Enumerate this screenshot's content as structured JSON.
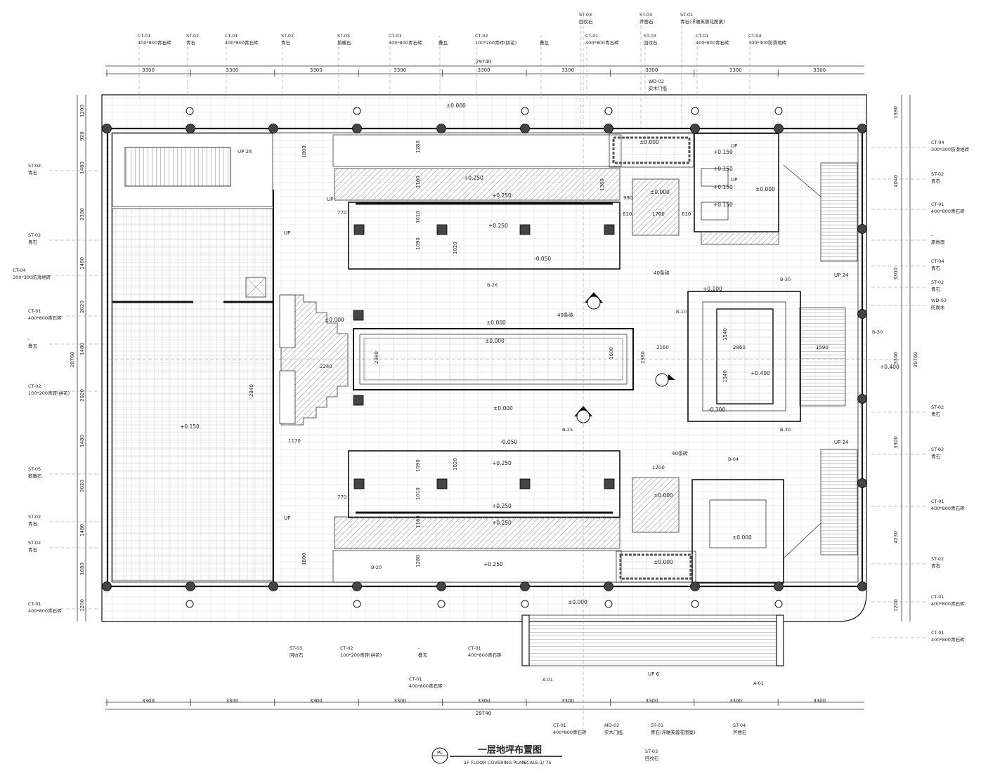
{
  "title": {
    "symbol": "PL",
    "cn": "一层地坪布置图",
    "en": "1F FLOOR COVERING PLAN",
    "scale": "SCALE:1/ 75"
  },
  "dims": {
    "total": "29740",
    "module": "3300",
    "height_total": "20760",
    "left": [
      "1200",
      "920",
      "1480",
      "2300",
      "1480",
      "2020",
      "1480",
      "2020",
      "1480",
      "2020",
      "1480",
      "1680",
      "1200"
    ],
    "right": [
      "1390",
      "4040",
      "3300",
      "3300",
      "3300",
      "4230",
      "1200"
    ]
  },
  "top_tags_row1": [
    {
      "code": "ST-03",
      "name": "回纹石"
    },
    {
      "code": "ST-04",
      "name": "斧凿石"
    },
    {
      "code": "ST-01",
      "name": "青石(浮雕芙蓉花图案)"
    }
  ],
  "top_tags_row2": [
    {
      "code": "CT-01",
      "name": "400*800青石砖"
    },
    {
      "code": "ST-02",
      "name": "青石"
    },
    {
      "code": "CT-01",
      "name": "400*800青石砖"
    },
    {
      "code": "ST-02",
      "name": "青石"
    },
    {
      "code": "ST-05",
      "name": "鹅暖石"
    },
    {
      "code": "CT-01",
      "name": "400*800青石砖"
    },
    {
      "code": "-",
      "name": "叠瓦"
    },
    {
      "code": "CT-02",
      "name": "100*200青砖(拼花)"
    },
    {
      "code": "-",
      "name": "叠瓦"
    },
    {
      "code": "CT-01",
      "name": "400*800青石砖"
    },
    {
      "code": "ST-03",
      "name": "回纹石"
    },
    {
      "code": "CT-01",
      "name": "400*800青石砖"
    },
    {
      "code": "CT-04",
      "name": "300*300防滑地砖"
    }
  ],
  "door_tag": {
    "code": "WD-02",
    "name": "实木门槛"
  },
  "left_tags": [
    {
      "code": "ST-02",
      "name": "青石"
    },
    {
      "code": "ST-02",
      "name": "青石"
    },
    {
      "code": "CT-04",
      "name": "300*300防滑地砖"
    },
    {
      "code": "CT-01",
      "name": "400*800青石砖"
    },
    {
      "code": "-",
      "name": "叠瓦"
    },
    {
      "code": "CT-02",
      "name": "100*200青砖(拼花)"
    },
    {
      "code": "ST-05",
      "name": "鹅暖石"
    },
    {
      "code": "ST-02",
      "name": "青石"
    },
    {
      "code": "ST-02",
      "name": "青石"
    },
    {
      "code": "CT-01",
      "name": "400*800青石砖"
    }
  ],
  "right_tags": [
    {
      "code": "CT-04",
      "name": "300*300防滑地砖"
    },
    {
      "code": "ST-02",
      "name": "青石"
    },
    {
      "code": "CT-01",
      "name": "400*800青石砖"
    },
    {
      "code": "-",
      "name": "原地面"
    },
    {
      "code": "CT-04",
      "name": "青石"
    },
    {
      "code": "ST-02",
      "name": "青石"
    },
    {
      "code": "WD-03",
      "name": "防腐木"
    },
    {
      "code": "ST-02",
      "name": "青石"
    },
    {
      "code": "ST-02",
      "name": "青石"
    },
    {
      "code": "CT-01",
      "name": "400*800青石砖"
    },
    {
      "code": "ST-02",
      "name": "青石"
    },
    {
      "code": "CT-01",
      "name": "400*800青石砖"
    },
    {
      "code": "CT-01",
      "name": "400*800青石砖"
    }
  ],
  "bottom_tags_row1": [
    {
      "code": "ST-03",
      "name": "回纹石"
    },
    {
      "code": "CT-02",
      "name": "100*200青砖(拼花)"
    },
    {
      "code": "-",
      "name": "叠瓦"
    },
    {
      "code": "CT-01",
      "name": "400*800青石砖"
    }
  ],
  "bottom_tag_mid": {
    "code": "CT-01",
    "name": "400*800青石砖"
  },
  "bottom_tags_row2": [
    {
      "code": "CT-01",
      "name": "400*800青石砖"
    },
    {
      "code": "MD-02",
      "name": "实木门槛"
    },
    {
      "code": "ST-01",
      "name": "青石(浮雕芙蓉花图案)"
    },
    {
      "code": "ST-04",
      "name": "斧凿石"
    }
  ],
  "bottom_tag_last": {
    "code": "ST-03",
    "name": "回纹石"
  },
  "levels": {
    "zero": "±0.000",
    "p250": "+0.250",
    "p150": "+0.150",
    "p100": "+0.100",
    "p400": "+0.400",
    "m050": "-0.050",
    "m300": "-0.300"
  },
  "stairs": {
    "up24": "UP 24",
    "up6": "UP 6",
    "up": "UP"
  },
  "refs": [
    "B-26",
    "B-25",
    "B-20",
    "B-30",
    "B-10",
    "B-04",
    "A-01"
  ],
  "mat_notes": {
    "strip": "40条砖"
  },
  "inner_dims": [
    "2240",
    "2380",
    "1800",
    "1170",
    "2840",
    "1600",
    "2160",
    "2860",
    "1590",
    "1540",
    "1700",
    "610",
    "770",
    "1010",
    "1090",
    "1160",
    "1280",
    "1380",
    "1020",
    "990"
  ]
}
